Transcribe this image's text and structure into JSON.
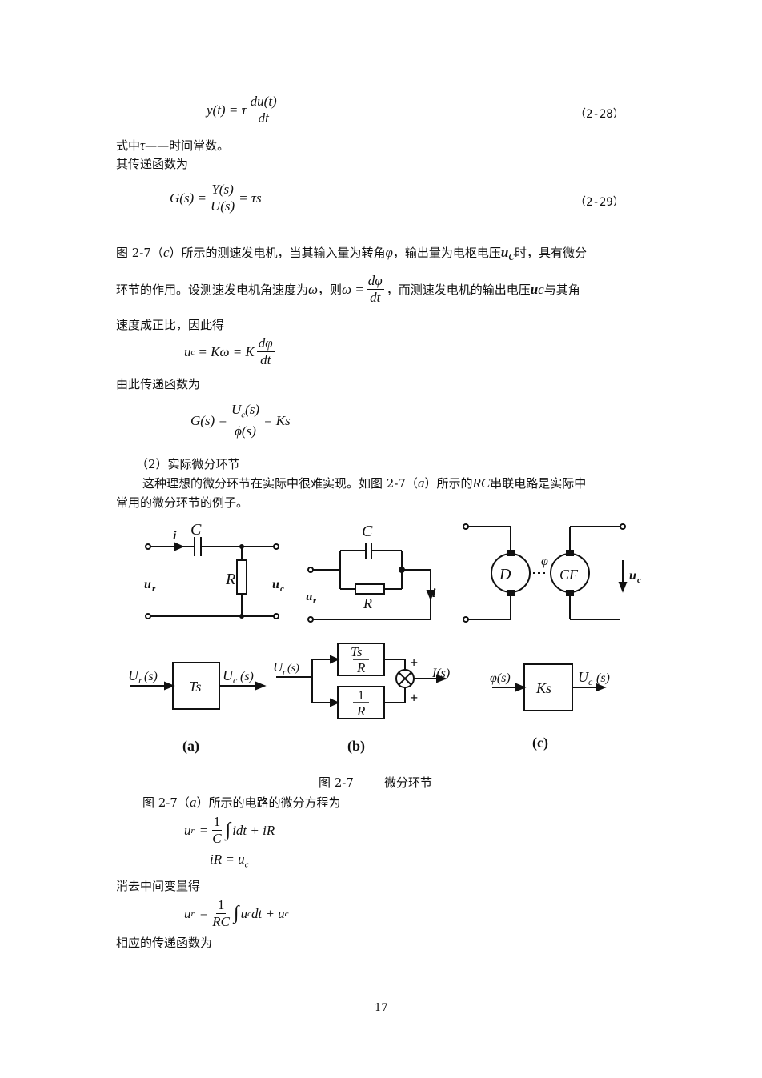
{
  "eq_2_28": {
    "lhs": "y(t) = τ",
    "num": "du(t)",
    "den": "dt",
    "number": "（2-28）"
  },
  "line_tau": {
    "prefix": "式中",
    "sym": "τ",
    "suffix": "——时间常数。"
  },
  "line_tf1": "其传递函数为",
  "eq_2_29": {
    "lhs": "G(s) =",
    "num": "Y(s)",
    "den": "U(s)",
    "rhs": "= τs",
    "number": "（2-29）"
  },
  "para1": {
    "a": "图 2-7（",
    "a_it": "c",
    "b": "）所示的测速发电机，当其输入量为转角",
    "phi": "φ",
    "c": "，输出量为电枢电压",
    "uc": "u",
    "uc_sub": "c",
    "d": "时，具有微分"
  },
  "para2": {
    "a": "环节的作用。设测速发电机角速度为",
    "omega": "ω",
    "b": "，则",
    "eq_lhs": "ω =",
    "num": "dφ",
    "den": "dt",
    "c": "，而测速发电机的输出电压",
    "uc": "u",
    "uc_sub": "c",
    "d": "与其角"
  },
  "para3": "速度成正比，因此得",
  "eq_uc": {
    "lhs": "u",
    "lhs_sub": "c",
    "mid": "= Kω = K",
    "num": "dφ",
    "den": "dt"
  },
  "line_tf2": "由此传递函数为",
  "eq_gs": {
    "lhs": "G(s) =",
    "num_a": "U",
    "num_sub": "c",
    "num_b": "(s)",
    "den": "ϕ(s)",
    "rhs": "= Ks"
  },
  "sec2": "（2）实际微分环节",
  "para4": {
    "a": "这种理想的微分环节在实际中很难实现。如图 2-7（",
    "a_it": "a",
    "b": "）所示的",
    "rc": "RC",
    "c": "串联电路是实际中"
  },
  "para5": "常用的微分环节的例子。",
  "figure": {
    "a": {
      "cap_label": "C",
      "i_label": "i",
      "r_label": "R",
      "ur_label": "u",
      "ur_sub": "r",
      "uc_label": "u",
      "uc_sub": "c",
      "block_in": "U",
      "block_in_sub": "r",
      "block_in_b": "(s)",
      "block": "Ts",
      "block_out": "U",
      "block_out_sub": "c",
      "block_out_b": "(s)",
      "tag": "(a)"
    },
    "b": {
      "cap_label": "C",
      "r_label": "R",
      "ur_label": "u",
      "ur_sub": "r",
      "i_label": "i",
      "in": "U",
      "in_sub": "r",
      "in_b": "(s)",
      "top_num": "Ts",
      "top_den": "R",
      "bot_num": "1",
      "bot_den": "R",
      "plus1": "+",
      "plus2": "+",
      "out": "I(s)",
      "tag": "(b)"
    },
    "c": {
      "d_label": "D",
      "cf_label": "CF",
      "phi": "φ",
      "uc_label": "u",
      "uc_sub": "c",
      "in": "φ(s)",
      "block": "Ks",
      "out": "U",
      "out_sub": "c",
      "out_b": "(s)",
      "tag": "(c)"
    },
    "caption_no": "图 2-7",
    "caption_text": "微分环节"
  },
  "para6": {
    "a": "图 2-7（",
    "a_it": "a",
    "b": "）所示的电路的微分方程为"
  },
  "eq_ur1": {
    "lhs": "u",
    "lhs_sub": "r",
    "eq": "=",
    "num": "1",
    "den": "C",
    "int": "∫",
    "rhs": "idt + iR"
  },
  "eq_ir": {
    "lhs": "iR = u",
    "sub": "c"
  },
  "line_elim": "消去中间变量得",
  "eq_ur2": {
    "lhs": "u",
    "lhs_sub": "r",
    "eq": "=",
    "num": "1",
    "den": "RC",
    "int": "∫",
    "r1": "u",
    "r1_sub": "c",
    "r2": "dt + u",
    "r2_sub": "c"
  },
  "line_tf3": "相应的传递函数为",
  "page_number": "17"
}
